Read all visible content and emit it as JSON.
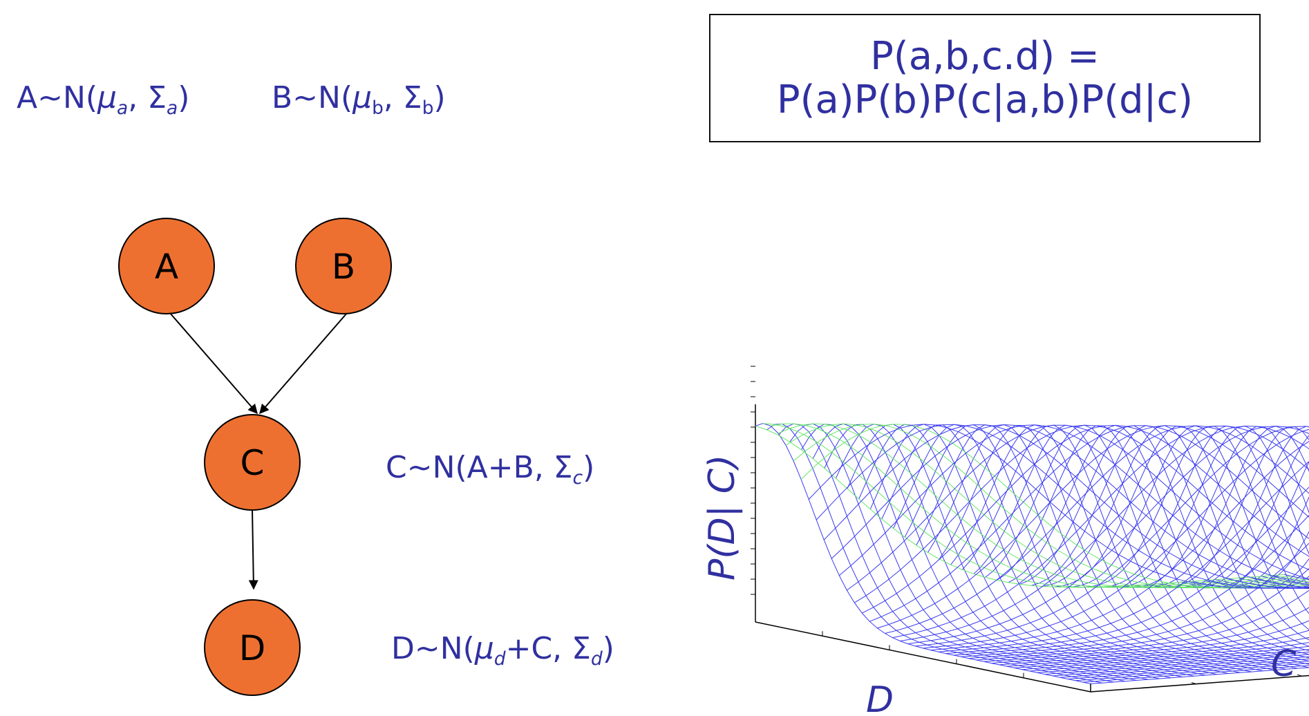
{
  "distributions": {
    "a": {
      "head": "A~N(",
      "mu_sub": "a",
      "sigma_sub": "a",
      "tail": ")"
    },
    "b": {
      "head": "B~N(",
      "mu_sub": "b",
      "sigma_sub": "b",
      "tail": ")"
    },
    "c": {
      "head": "C~N(A+B, ",
      "sigma_sub": "c",
      "tail": ")"
    },
    "d": {
      "head": "D~N(",
      "mu_sub": "d",
      "mid": "+C, ",
      "sigma_sub": "d",
      "tail": ")"
    },
    "mu_symbol": "μ",
    "sigma_symbol": "Σ",
    "comma": ", "
  },
  "joint": {
    "line1": "P(a,b,c.d) =",
    "line2": "P(a)P(b)P(c|a,b)P(d|c)"
  },
  "graph": {
    "nodes": [
      "A",
      "B",
      "C",
      "D"
    ],
    "edges": [
      [
        "A",
        "C"
      ],
      [
        "B",
        "C"
      ],
      [
        "C",
        "D"
      ]
    ],
    "node_color": "#ee7030"
  },
  "surface_plot": {
    "zlabel": "P(D| C)",
    "xlabel": "D",
    "ylabel": "C",
    "mesh_color": "#3a3af0",
    "highlight_color": "#66e666"
  }
}
